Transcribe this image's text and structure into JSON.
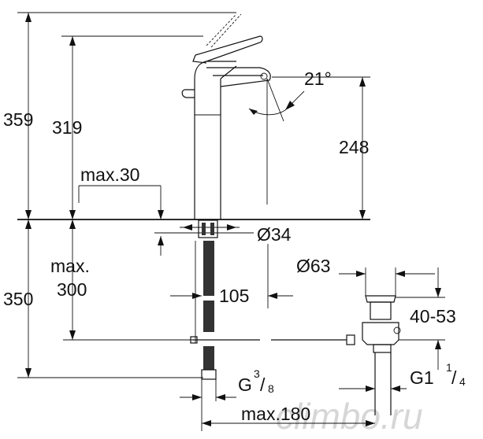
{
  "dimensions": {
    "total_height": "359",
    "spout_height": "319",
    "spout_tip_height": "248",
    "angle": "21°",
    "max_thickness": "max.30",
    "hole_diameter": "Ø34",
    "waste_diameter": "Ø63",
    "max_label": "max.",
    "max_depth": "300",
    "below_height": "350",
    "offset": "105",
    "waste_range": "40-53",
    "thread_g": "G",
    "thread_g_sup": "3",
    "thread_g_sub": "8",
    "thread_g1": "G1",
    "thread_g1_sup": "1",
    "thread_g1_sub": "4",
    "max_width": "max.180"
  },
  "watermark": "climbo.ru",
  "colors": {
    "line": "#111111",
    "watermark": "#d6d6d6"
  }
}
